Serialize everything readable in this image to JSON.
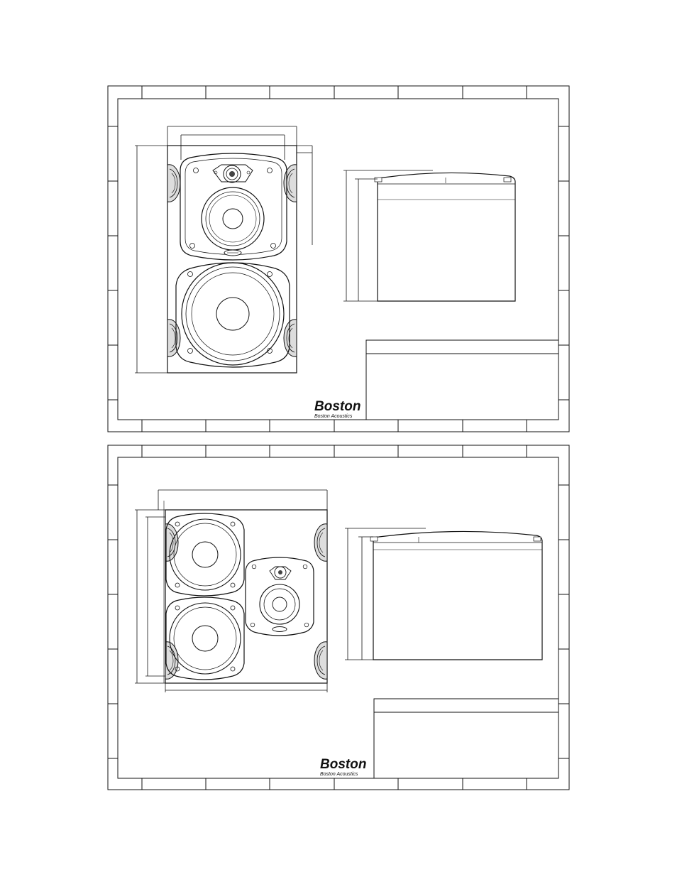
{
  "sheets": [
    {
      "id": "sheet-top",
      "logo": {
        "word": "Boston",
        "sub": "Boston Acoustics"
      },
      "woofer_badge": {
        "text": ""
      }
    },
    {
      "id": "sheet-bottom",
      "logo": {
        "word": "Boston",
        "sub": "Boston Acoustics"
      },
      "woofer_badge": {
        "text": ""
      }
    }
  ],
  "colors": {
    "line": "#111111",
    "fill_dark": "#222222",
    "paper": "#ffffff"
  }
}
